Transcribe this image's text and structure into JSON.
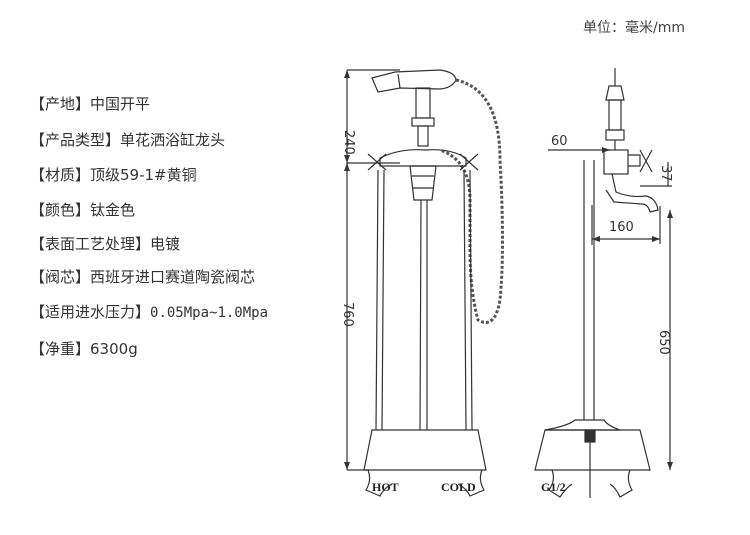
{
  "unit_label": "单位：毫米/mm",
  "specs": [
    {
      "label": "【产地】",
      "value": "中国开平"
    },
    {
      "label": "【产品类型】",
      "value": "单花洒浴缸龙头"
    },
    {
      "label": "【材质】",
      "value": "顶级59-1#黄铜"
    },
    {
      "label": "【颜色】",
      "value": "钛金色"
    },
    {
      "label": "【表面工艺处理】",
      "value": "电镀"
    },
    {
      "label": "【阀芯】",
      "value": "西班牙进口赛道陶瓷阀芯"
    },
    {
      "label": "【适用进水压力】",
      "value": "0.05Mpa~1.0Mpa"
    },
    {
      "label": "【净重】",
      "value": "6300g"
    }
  ],
  "dimensions": {
    "front_height_top": "240",
    "front_height_total": "760",
    "side_arm": "60",
    "side_small": "37",
    "side_spout": "160",
    "side_height": "650"
  },
  "labels": {
    "hot": "HOT",
    "cold": "COLD",
    "inlet": "G1/2"
  }
}
